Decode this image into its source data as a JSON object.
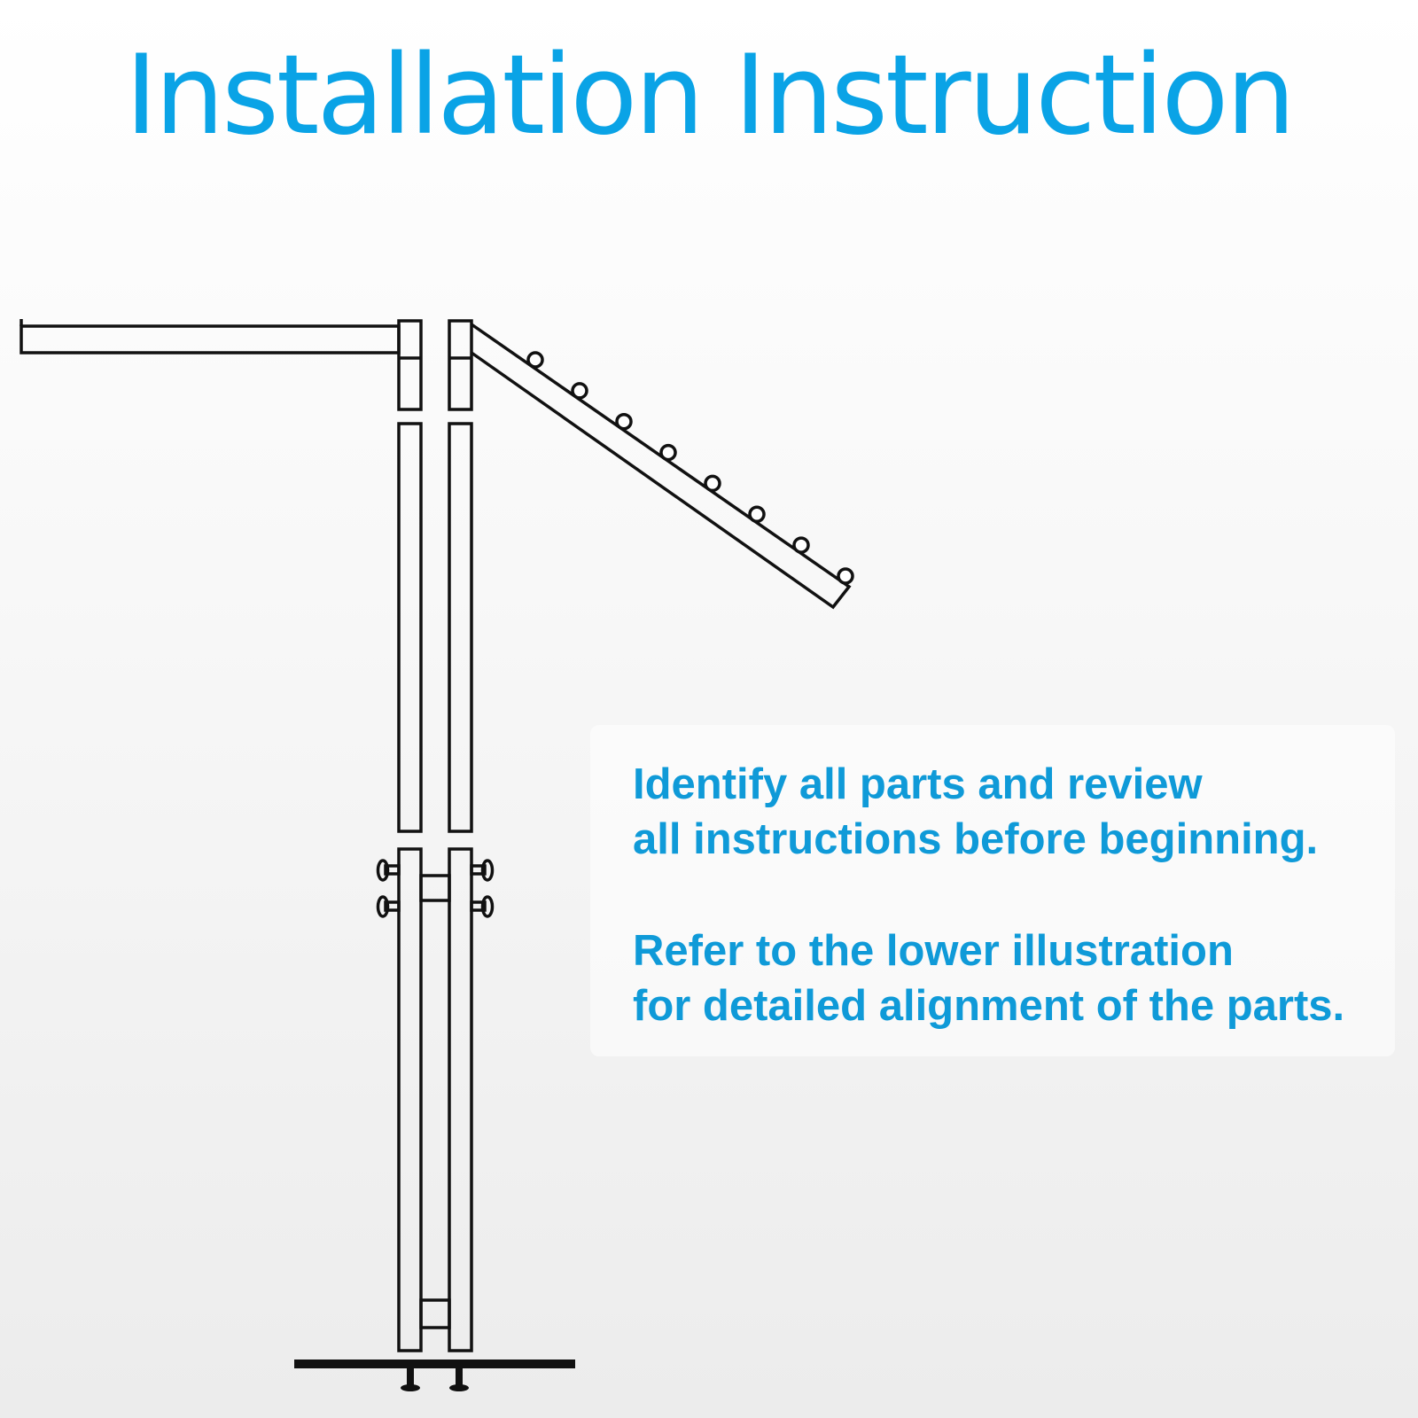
{
  "title": "Installation Instruction",
  "colors": {
    "accent": "#0aa3e6",
    "text_blue": "#0f9ad8",
    "line": "#111111",
    "background": "#f4f4f4"
  },
  "instructions": {
    "paragraph_1": {
      "line_1": "Identify all parts and review",
      "line_2": "all instructions before beginning."
    },
    "paragraph_2": {
      "line_1": "Refer to the lower illustration",
      "line_2": "for detailed alignment of the parts."
    }
  },
  "diagram": {
    "waterfall_hooks": 8
  }
}
